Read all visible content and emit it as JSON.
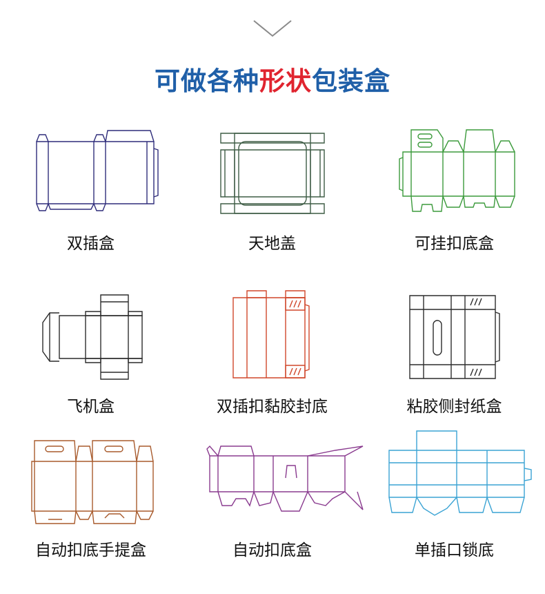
{
  "header": {
    "title_part1": "可做各种",
    "title_part2": "形状",
    "title_part3": "包装盒",
    "title_color": "#1f5fa8",
    "highlight_color": "#e0242f",
    "divider_icon": "chevron-down-icon"
  },
  "boxes": [
    {
      "label": "双插盒",
      "color": "#2e2c7a"
    },
    {
      "label": "天地盖",
      "color": "#3d5b44"
    },
    {
      "label": "可挂扣底盒",
      "color": "#3b9a3b"
    },
    {
      "label": "飞机盒",
      "color": "#2c2c2c"
    },
    {
      "label": "双插扣黏胶封底",
      "color": "#d0462a"
    },
    {
      "label": "粘胶侧封纸盒",
      "color": "#2c2c2c"
    },
    {
      "label": "自动扣底手提盒",
      "color": "#a85a2c"
    },
    {
      "label": "自动扣底盒",
      "color": "#8a3b8f"
    },
    {
      "label": "单插口锁底",
      "color": "#3aa3d4"
    }
  ]
}
